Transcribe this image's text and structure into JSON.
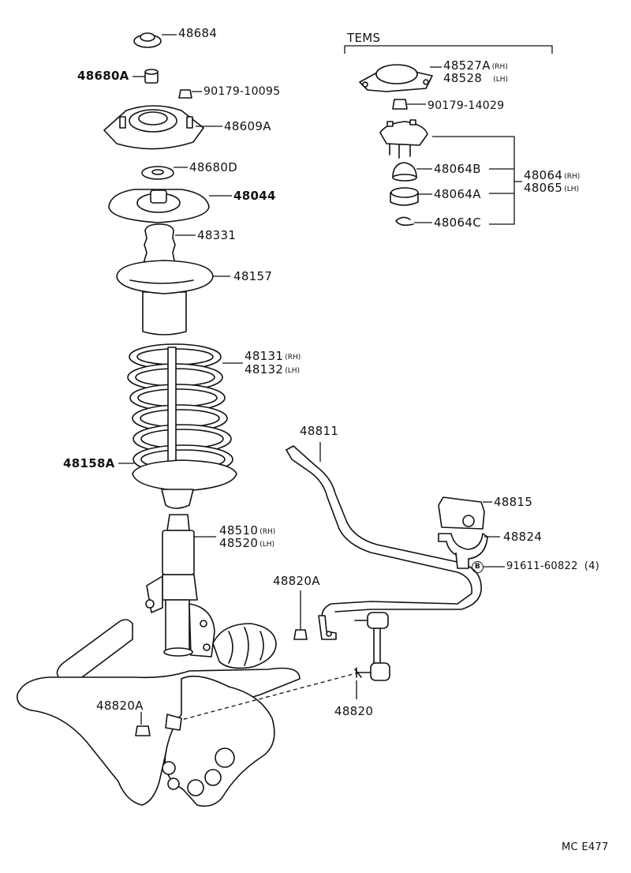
{
  "diagram": {
    "section_header": "TEMS",
    "footer_code": "MC E477",
    "parts": {
      "p48684": "48684",
      "p48680A": "48680A",
      "p90179_10095": "90179-10095",
      "p48609A": "48609A",
      "p48680D": "48680D",
      "p48044": "48044",
      "p48331": "48331",
      "p48157": "48157",
      "p48131": "48131",
      "p48131_side": "(RH)",
      "p48132": "48132",
      "p48132_side": "(LH)",
      "p48158A": "48158A",
      "p48510": "48510",
      "p48510_side": "(RH)",
      "p48520": "48520",
      "p48520_side": "(LH)",
      "p48527A": "48527A",
      "p48527A_side": "(RH)",
      "p48528": "48528",
      "p48528_side": "(LH)",
      "p90179_14029": "90179-14029",
      "p48064B": "48064B",
      "p48064A": "48064A",
      "p48064C": "48064C",
      "p48064": "48064",
      "p48064_side": "(RH)",
      "p48065": "48065",
      "p48065_side": "(LH)",
      "p48811": "48811",
      "p48815": "48815",
      "p48824": "48824",
      "bolt_marker": "B",
      "p91611": "91611-60822",
      "p91611_qty": "(4)",
      "p48820A_upper": "48820A",
      "p48820A_lower": "48820A",
      "p48820": "48820"
    }
  }
}
